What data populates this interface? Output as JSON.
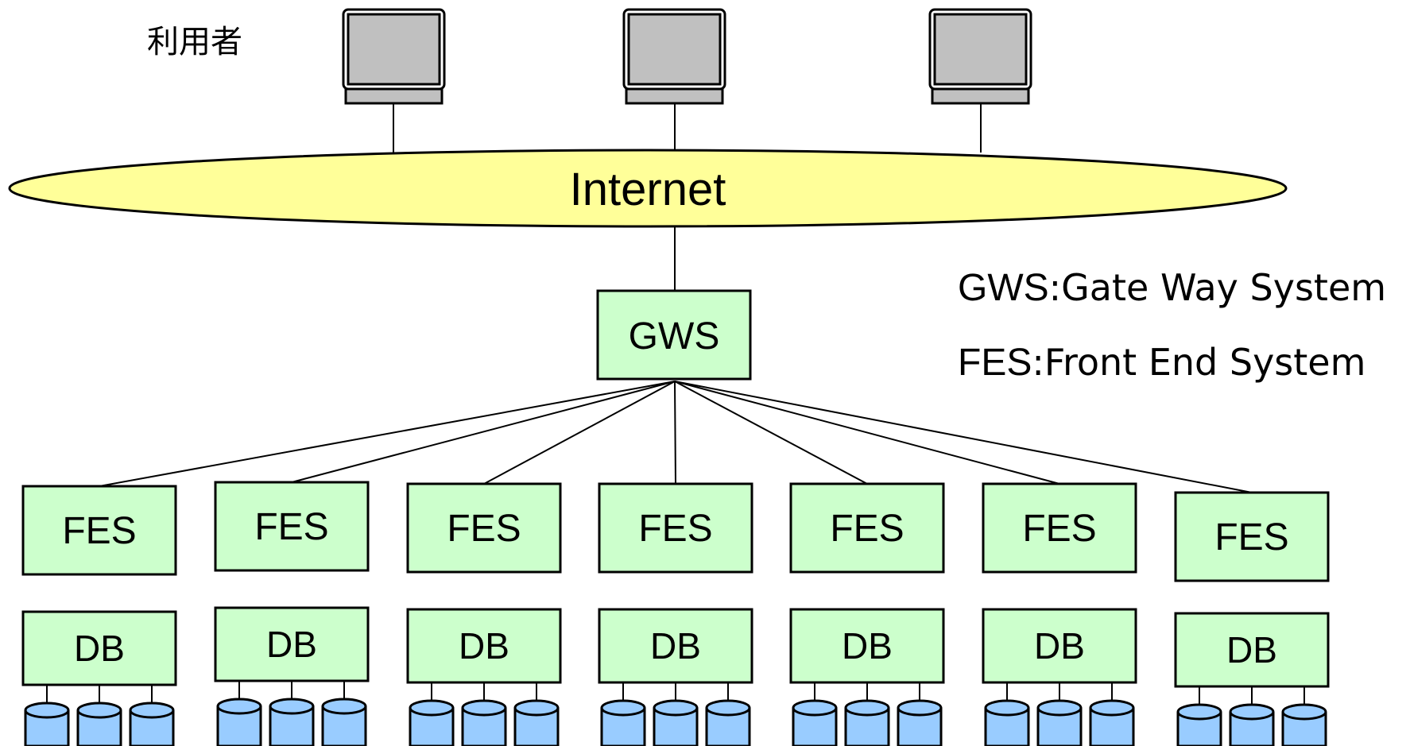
{
  "user_label": "利用者",
  "internet_label": "Internet",
  "gws_label": "GWS",
  "fes_label": "FES",
  "db_label": "DB",
  "legend": {
    "gws_prefix": "GWS",
    "gws_desc": ":Gate Way System",
    "fes_prefix": "FES",
    "fes_desc": ":Front End System"
  },
  "colors": {
    "node_fill": "#ccffcc",
    "internet_fill": "#ffff99",
    "monitor_fill": "#c0c0c0",
    "disk_fill": "#99ccff"
  },
  "icons": {
    "user_terminal": "monitor-icon",
    "storage": "disk-cylinder-icon"
  }
}
